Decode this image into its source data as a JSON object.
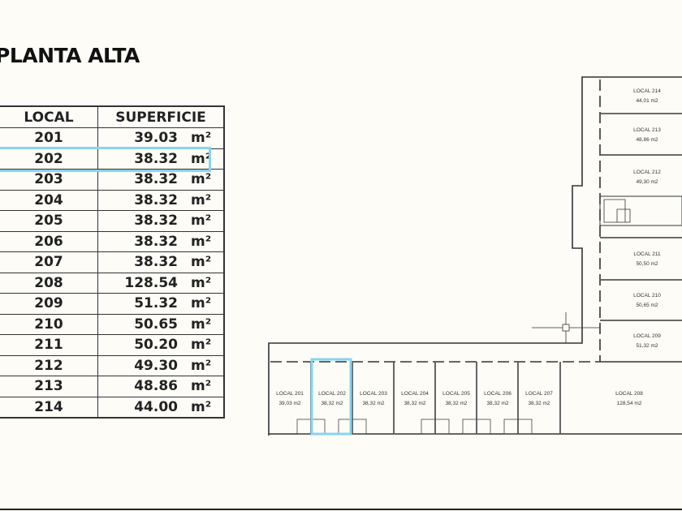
{
  "title": "PLANTA ALTA",
  "table": {
    "headers": {
      "local": "LOCAL",
      "superficie": "SUPERFICIE"
    },
    "unit": "m²",
    "rows": [
      {
        "local": "201",
        "area": "39.03"
      },
      {
        "local": "202",
        "area": "38.32"
      },
      {
        "local": "203",
        "area": "38.32"
      },
      {
        "local": "204",
        "area": "38.32"
      },
      {
        "local": "205",
        "area": "38.32"
      },
      {
        "local": "206",
        "area": "38.32"
      },
      {
        "local": "207",
        "area": "38.32"
      },
      {
        "local": "208",
        "area": "128.54"
      },
      {
        "local": "209",
        "area": "51.32"
      },
      {
        "local": "210",
        "area": "50.65"
      },
      {
        "local": "211",
        "area": "50.20"
      },
      {
        "local": "212",
        "area": "49.30"
      },
      {
        "local": "213",
        "area": "48.86"
      },
      {
        "local": "214",
        "area": "44.00"
      }
    ],
    "highlighted": "202"
  },
  "plan": {
    "highlight_color": "#86d4f2",
    "units": [
      {
        "name": "LOCAL 201",
        "area": "39,03 m2"
      },
      {
        "name": "LOCAL 202",
        "area": "38,32 m2"
      },
      {
        "name": "LOCAL 203",
        "area": "38,32 m2"
      },
      {
        "name": "LOCAL 204",
        "area": "38,32 m2"
      },
      {
        "name": "LOCAL 205",
        "area": "38,32 m2"
      },
      {
        "name": "LOCAL 206",
        "area": "38,32 m2"
      },
      {
        "name": "LOCAL 207",
        "area": "38,32 m2"
      },
      {
        "name": "LOCAL 208",
        "area": "128,54 m2"
      },
      {
        "name": "LOCAL 209",
        "area": "51,32 m2"
      },
      {
        "name": "LOCAL 210",
        "area": "50,65 m2"
      },
      {
        "name": "LOCAL 211",
        "area": "50,50 m2"
      },
      {
        "name": "LOCAL 212",
        "area": "49,30 m2"
      },
      {
        "name": "LOCAL 213",
        "area": "48,86 m2"
      },
      {
        "name": "LOCAL 214",
        "area": "44,01 m2"
      }
    ]
  }
}
